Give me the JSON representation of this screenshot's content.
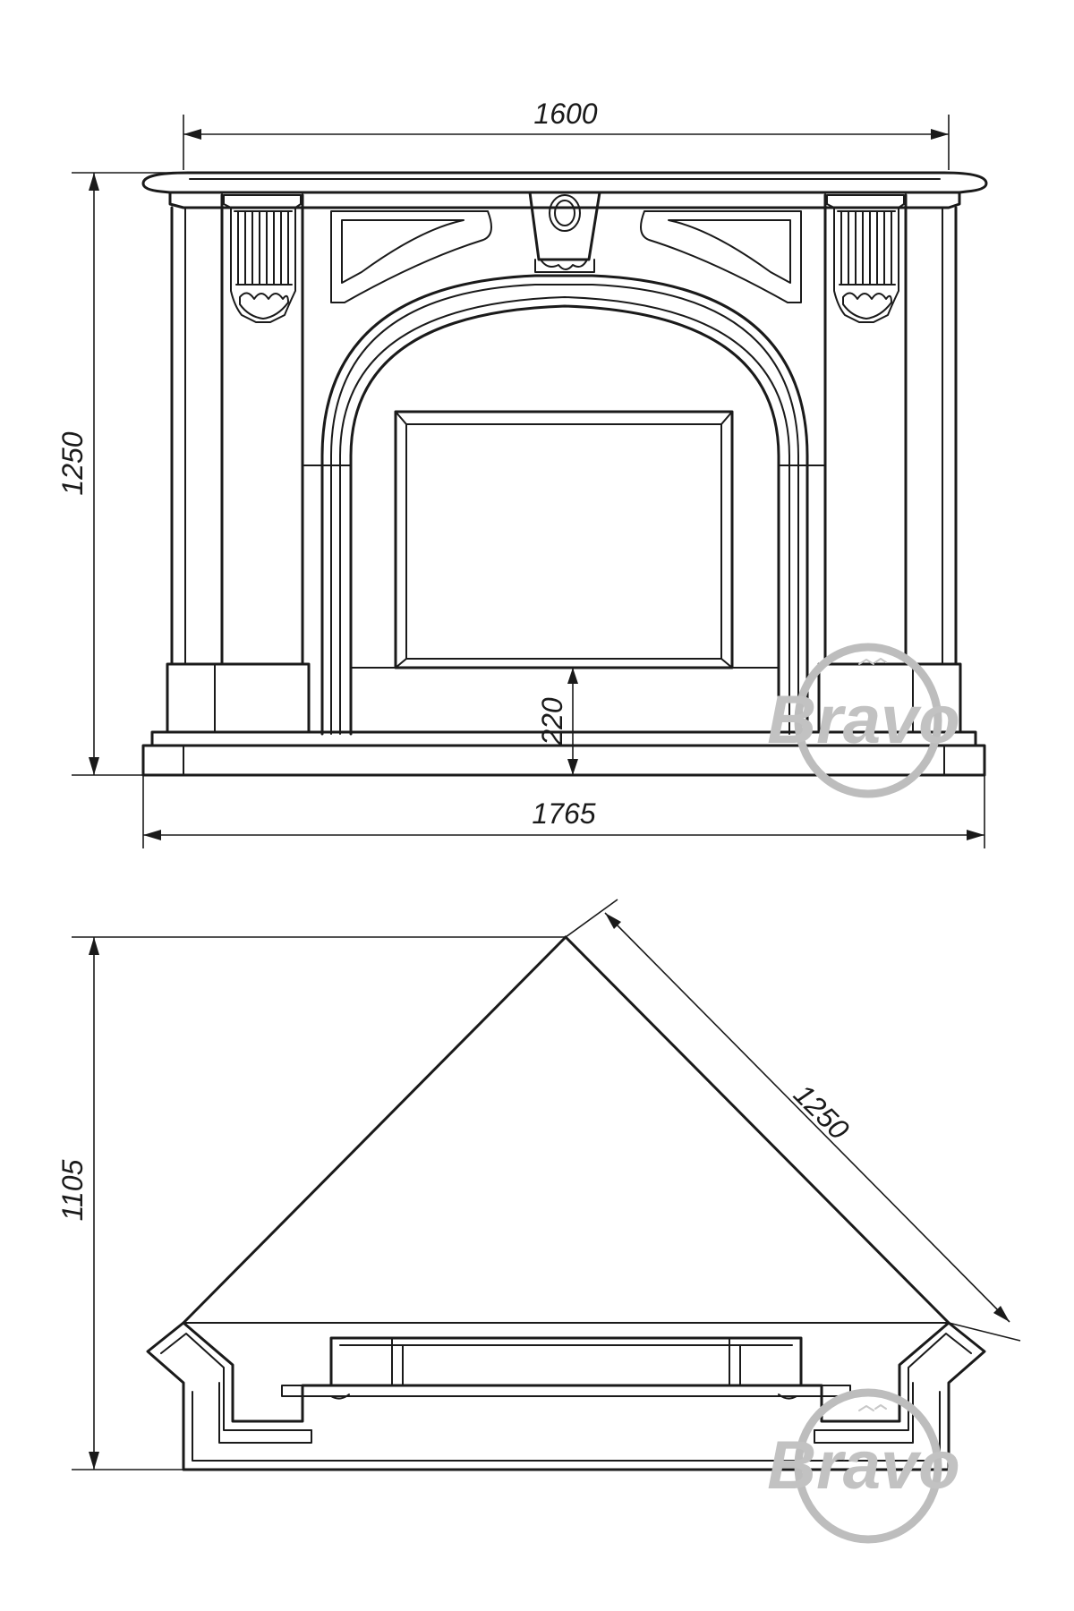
{
  "dimensions": {
    "top_width": "1600",
    "front_height": "1250",
    "hearth_height": "220",
    "base_width": "1765",
    "plan_depth": "1105",
    "plan_side": "1250"
  },
  "watermark": {
    "brand": "Bravo",
    "color": "#c2c2c2"
  },
  "colors": {
    "line": "#1a1a1a",
    "background": "#ffffff"
  }
}
